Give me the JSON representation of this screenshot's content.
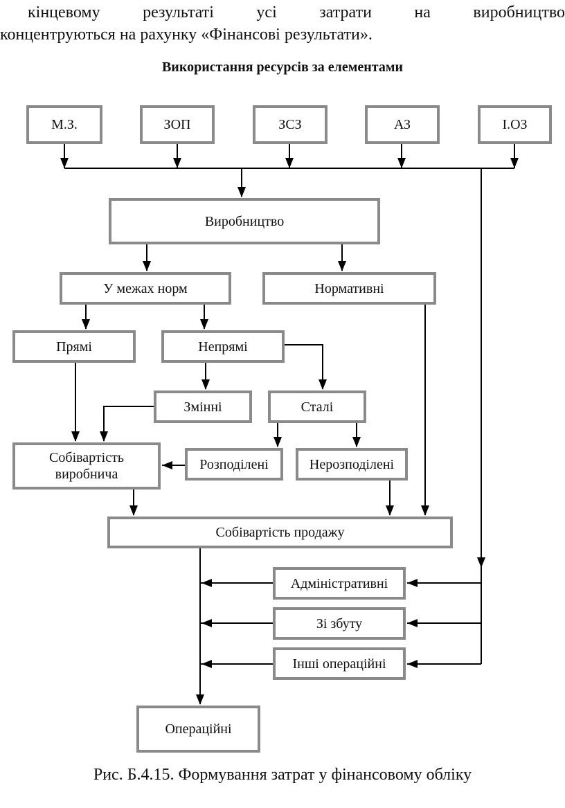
{
  "intro_text": {
    "line1_words": [
      "кінцевому",
      "результаті",
      "усі",
      "затрати",
      "на",
      "виробництво"
    ],
    "line2": "концентруються на рахунку «Фінансові результати»."
  },
  "diagram": {
    "heading": "Використання ресурсів за елементами",
    "nodes": {
      "mz": "М.З.",
      "zop": "ЗОП",
      "zsz": "ЗСЗ",
      "az": "АЗ",
      "ioz": "І.ОЗ",
      "vyrobnytstvo": "Виробництво",
      "u_mezhakh_norm": "У межах норм",
      "normatyvni": "Нормативні",
      "priami": "Прямі",
      "nepriami": "Непрямі",
      "zminni": "Змінні",
      "stali": "Сталі",
      "sobivartist_vyrobnycha": "Собівартість виробнича",
      "rozpodileni": "Розподілені",
      "nerozpodileni": "Нерозподілені",
      "sobivartist_prodazhu": "Собівартість продажу",
      "administratyvni": "Адміністративні",
      "zi_zbutu": "Зі збуту",
      "inshi_operatsiini": "Інші операційні",
      "operatsiini": "Операційні"
    },
    "edges": [
      [
        "mz",
        "vyrobnytstvo"
      ],
      [
        "zop",
        "vyrobnytstvo"
      ],
      [
        "zsz",
        "vyrobnytstvo"
      ],
      [
        "az",
        "vyrobnytstvo"
      ],
      [
        "ioz",
        "vyrobnytstvo"
      ],
      [
        "vyrobnytstvo",
        "u_mezhakh_norm"
      ],
      [
        "vyrobnytstvo",
        "normatyvni"
      ],
      [
        "u_mezhakh_norm",
        "priami"
      ],
      [
        "u_mezhakh_norm",
        "nepriami"
      ],
      [
        "nepriami",
        "zminni"
      ],
      [
        "nepriami",
        "stali"
      ],
      [
        "priami",
        "sobivartist_vyrobnycha"
      ],
      [
        "zminni",
        "sobivartist_vyrobnycha"
      ],
      [
        "stali",
        "rozpodileni"
      ],
      [
        "stali",
        "nerozpodileni"
      ],
      [
        "rozpodileni",
        "sobivartist_vyrobnycha"
      ],
      [
        "sobivartist_vyrobnycha",
        "sobivartist_prodazhu"
      ],
      [
        "nerozpodileni",
        "sobivartist_prodazhu"
      ],
      [
        "normatyvni",
        "sobivartist_prodazhu"
      ],
      [
        "resources_bus",
        "administratyvni"
      ],
      [
        "resources_bus",
        "zi_zbutu"
      ],
      [
        "resources_bus",
        "inshi_operatsiini"
      ],
      [
        "sobivartist_prodazhu",
        "operatsiini"
      ],
      [
        "administratyvni",
        "operatsiini"
      ],
      [
        "zi_zbutu",
        "operatsiini"
      ],
      [
        "inshi_operatsiini",
        "operatsiini"
      ]
    ],
    "caption": "Рис. Б.4.15. Формування затрат у фінансовому обліку"
  }
}
